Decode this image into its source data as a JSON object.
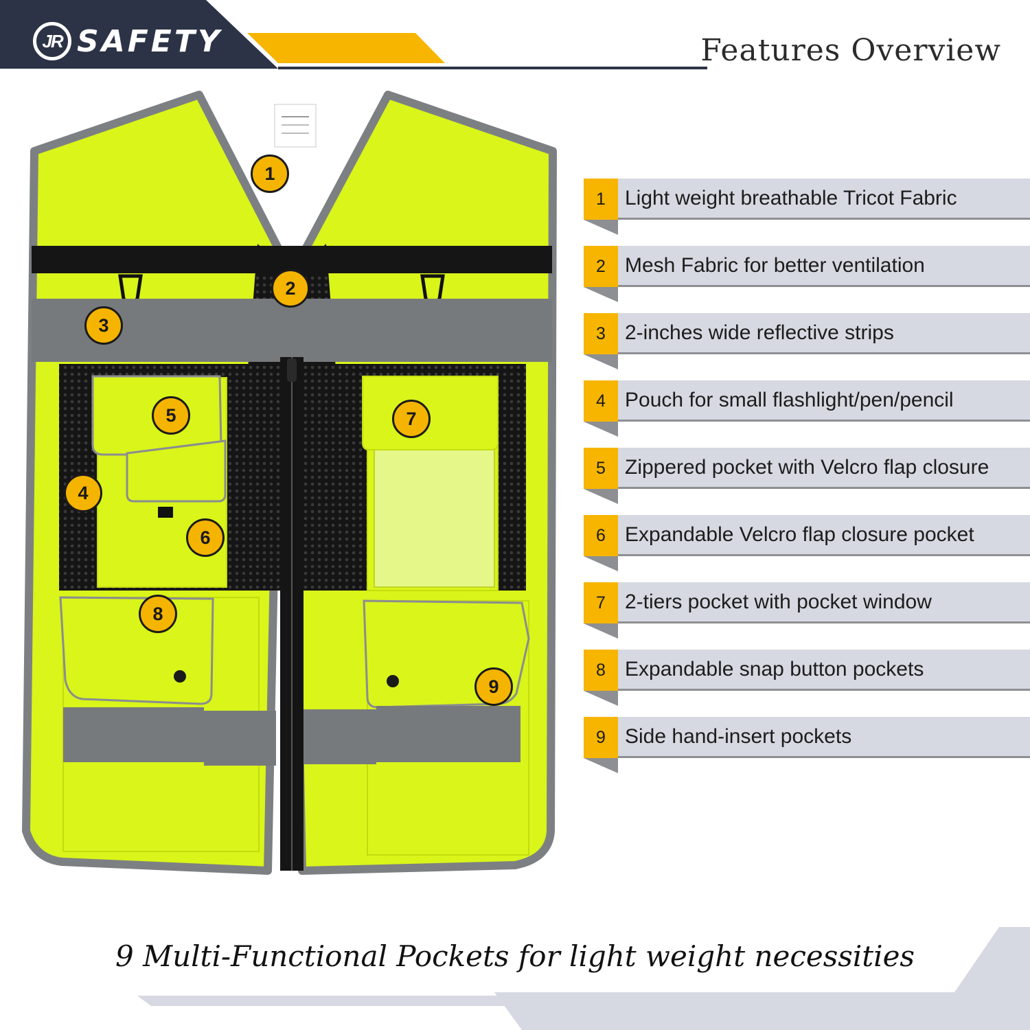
{
  "brand": {
    "name": "SAFETY",
    "mark": "JR"
  },
  "header": {
    "title": "Features Overview"
  },
  "colors": {
    "navy": "#2c3346",
    "accent_yellow": "#f7b500",
    "vest_green": "#d9f51a",
    "reflective_grey": "#777a7c",
    "mesh_black": "#151515",
    "row_grey": "#d6d9e1"
  },
  "callouts": [
    "1",
    "2",
    "3",
    "4",
    "5",
    "6",
    "7",
    "8",
    "9"
  ],
  "features": [
    {
      "number": "1",
      "text": "Light weight breathable Tricot Fabric"
    },
    {
      "number": "2",
      "text": "Mesh Fabric for better ventilation"
    },
    {
      "number": "3",
      "text": "2-inches wide reflective strips"
    },
    {
      "number": "4",
      "text": "Pouch for small flashlight/pen/pencil"
    },
    {
      "number": "5",
      "text": "Zippered pocket with Velcro flap closure"
    },
    {
      "number": "6",
      "text": "Expandable Velcro flap closure pocket"
    },
    {
      "number": "7",
      "text": "2-tiers pocket with pocket window"
    },
    {
      "number": "8",
      "text": "Expandable snap button pockets"
    },
    {
      "number": "9",
      "text": "Side hand-insert pockets"
    }
  ],
  "tagline": "9 Multi-Functional Pockets for light weight necessities"
}
